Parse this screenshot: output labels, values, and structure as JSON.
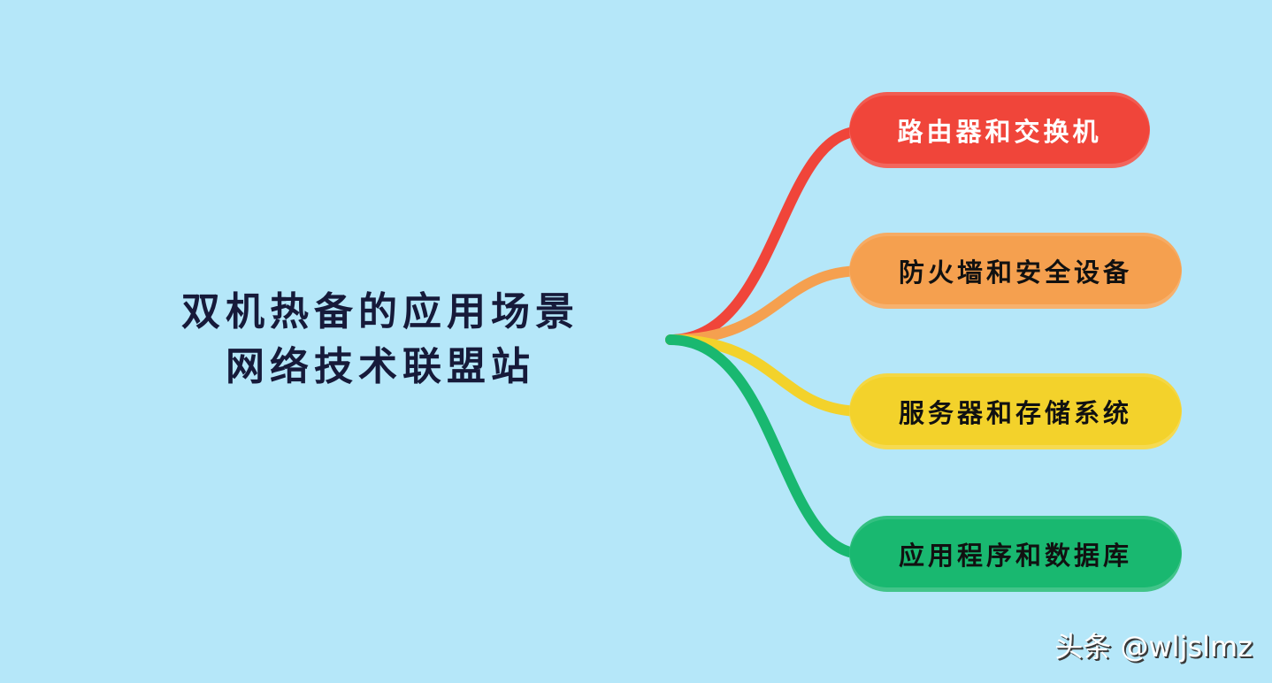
{
  "central_topic": {
    "line1": "双机热备的应用场景",
    "line2": "网络技术联盟站",
    "color": "#161a3a"
  },
  "branches": [
    {
      "label": "路由器和交换机",
      "color": "#f0453a",
      "text_color": "#ffffff"
    },
    {
      "label": "防火墙和安全设备",
      "color": "#f5a04f",
      "text_color": "#111111"
    },
    {
      "label": "服务器和存储系统",
      "color": "#f3d22b",
      "text_color": "#111111"
    },
    {
      "label": "应用程序和数据库",
      "color": "#19b870",
      "text_color": "#111111"
    }
  ],
  "background_color": "#b5e7f9",
  "watermark": "头条 @wljslmz"
}
